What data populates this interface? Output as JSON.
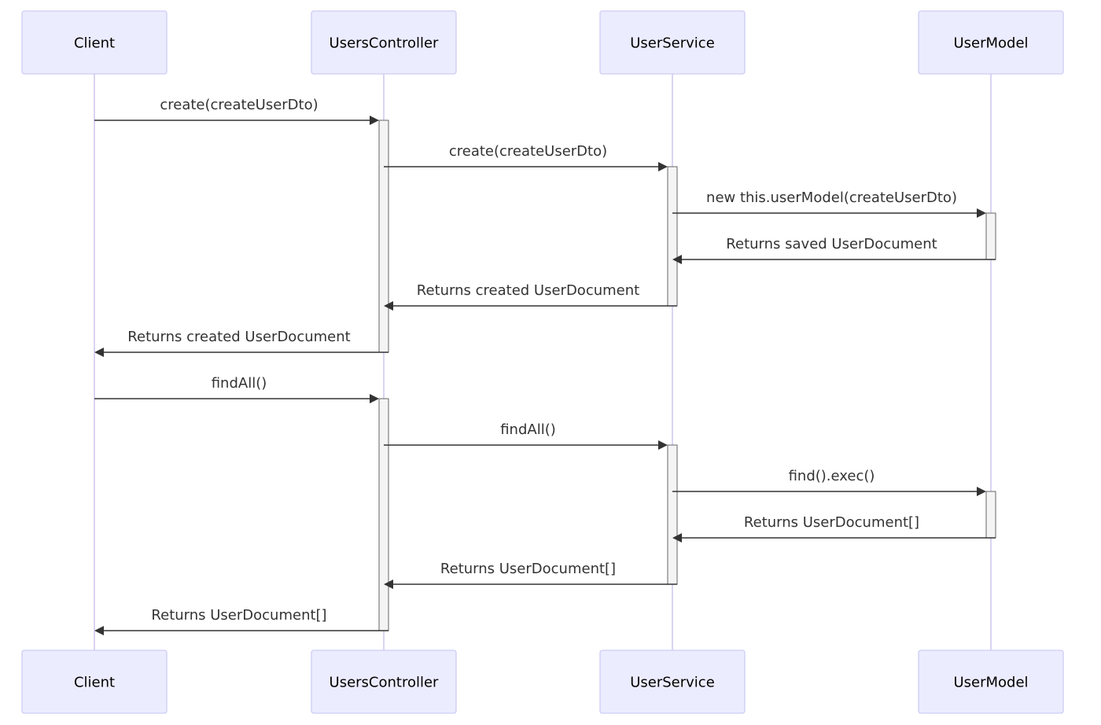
{
  "participants": [
    {
      "id": "client",
      "label": "Client"
    },
    {
      "id": "controller",
      "label": "UsersController"
    },
    {
      "id": "service",
      "label": "UserService"
    },
    {
      "id": "model",
      "label": "UserModel"
    }
  ],
  "messages": [
    {
      "from": "client",
      "to": "controller",
      "label": "create(createUserDto)",
      "kind": "call"
    },
    {
      "from": "controller",
      "to": "service",
      "label": "create(createUserDto)",
      "kind": "call"
    },
    {
      "from": "service",
      "to": "model",
      "label": "new this.userModel(createUserDto)",
      "kind": "call"
    },
    {
      "from": "model",
      "to": "service",
      "label": "Returns saved UserDocument",
      "kind": "return"
    },
    {
      "from": "service",
      "to": "controller",
      "label": "Returns created UserDocument",
      "kind": "return"
    },
    {
      "from": "controller",
      "to": "client",
      "label": "Returns created UserDocument",
      "kind": "return"
    },
    {
      "from": "client",
      "to": "controller",
      "label": "findAll()",
      "kind": "call"
    },
    {
      "from": "controller",
      "to": "service",
      "label": "findAll()",
      "kind": "call"
    },
    {
      "from": "service",
      "to": "model",
      "label": "find().exec()",
      "kind": "call"
    },
    {
      "from": "model",
      "to": "service",
      "label": "Returns UserDocument[]",
      "kind": "return"
    },
    {
      "from": "service",
      "to": "controller",
      "label": "Returns UserDocument[]",
      "kind": "return"
    },
    {
      "from": "controller",
      "to": "client",
      "label": "Returns UserDocument[]",
      "kind": "return"
    }
  ],
  "colors": {
    "actor_fill": "#ececff",
    "actor_stroke": "#cccdf3",
    "lifeline": "#dbd3f3",
    "message": "#333333",
    "activation_fill": "#f4f4f4",
    "activation_stroke": "#666666"
  }
}
